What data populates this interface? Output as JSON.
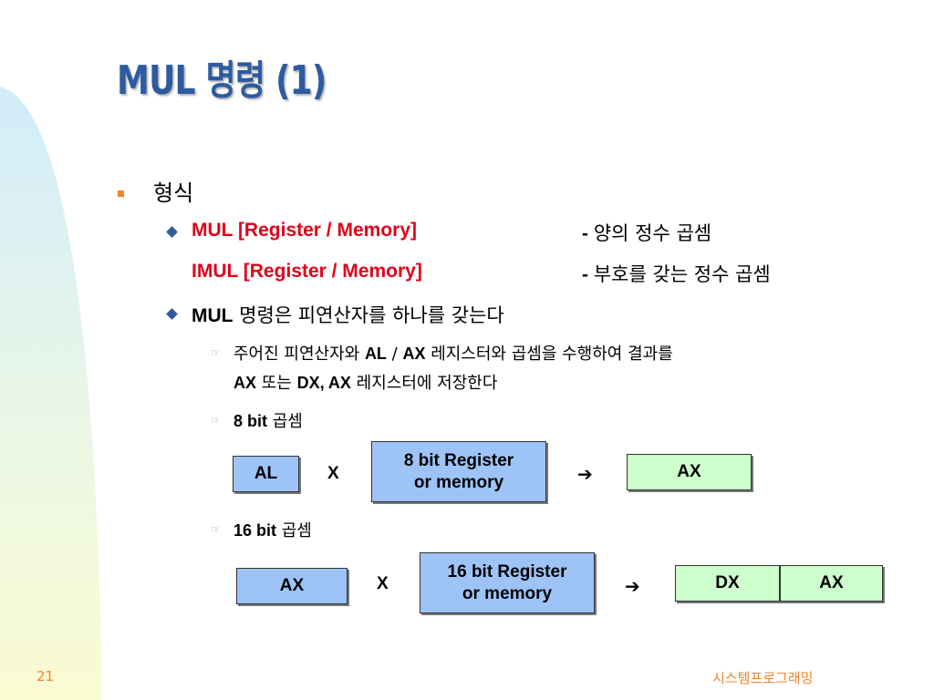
{
  "title": "MUL 명령 (1)",
  "sections": {
    "heading": "형식",
    "item1": {
      "left": "MUL [Register / Memory]",
      "right_dash": "- ",
      "right": "양의 정수 곱셈"
    },
    "item1b": {
      "left": "IMUL [Register / Memory]",
      "right_dash": "- ",
      "right": "부호를 갖는 정수 곱셈"
    },
    "item2": {
      "bold": "MUL",
      "rest": " 명령은 피연산자를 하나를 갖는다"
    },
    "sub1": {
      "p1": "주어진 피연산자와 ",
      "b1": "AL",
      "p2": " / ",
      "b2": "AX",
      "p3": " 레지스터와 곱셈을 수행하여 결과를",
      "b3": "AX",
      "p4": " 또는 ",
      "b4": "DX, AX",
      "p5": " 레지스터에 저장한다"
    },
    "sub2": {
      "bold": "8 bit",
      "rest": " 곱셈"
    },
    "sub3": {
      "bold": "16 bit",
      "rest": " 곱셈"
    }
  },
  "diagram8": {
    "operand": "AL",
    "times": "X",
    "source_line1": "8 bit Register",
    "source_line2": "or memory",
    "arrow": "➔",
    "result": "AX"
  },
  "diagram16": {
    "operand": "AX",
    "times": "X",
    "source_line1": "16 bit Register",
    "source_line2": "or memory",
    "arrow": "➔",
    "result_high": "DX",
    "result_low": "AX"
  },
  "footer": {
    "page_number": "21",
    "course": "시스템프로그래밍"
  },
  "colors": {
    "title": "#2e5b9e",
    "accent_red": "#e0001b",
    "bullet_orange": "#f0842c",
    "box_blue": "#9dc3f7",
    "box_green": "#ccffcc"
  }
}
